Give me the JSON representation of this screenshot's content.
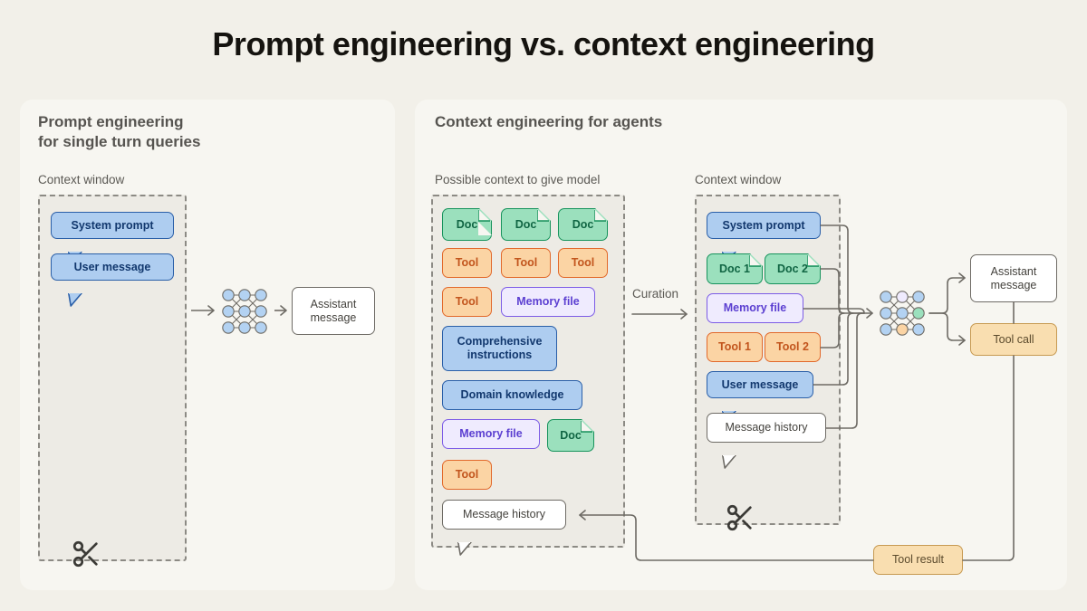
{
  "title": "Prompt engineering vs. context engineering",
  "theme": {
    "page_bg": "#F2F0E9",
    "panel_bg": "#F7F6F1",
    "ctx_bg": "#EDEBE5",
    "dash_border": "#8C8A84",
    "blue": "#AECDF0",
    "green": "#9BE0BD",
    "orange": "#FBD4A4",
    "purple": "#EFEBFE",
    "tan": "#F9DEB0",
    "white": "#FFFFFF",
    "line": "#6E6B65"
  },
  "left_panel": {
    "title": "Prompt engineering\nfor single turn queries",
    "context_window_label": "Context window",
    "context_items": [
      {
        "label": "System prompt",
        "style": "blue",
        "bubble": true
      },
      {
        "label": "User message",
        "style": "blue",
        "bubble": true
      }
    ],
    "output": {
      "label": "Assistant\nmessage",
      "style": "white"
    },
    "model_icon": "neural-network-icon",
    "scissors_icon": "scissors-icon"
  },
  "right_panel": {
    "title": "Context engineering for agents",
    "possible_context_label": "Possible context to give model",
    "context_window_label": "Context window",
    "curation_label": "Curation",
    "possible_context_items": [
      {
        "label": "Doc",
        "style": "green",
        "doc": true
      },
      {
        "label": "Doc",
        "style": "green",
        "doc": true
      },
      {
        "label": "Doc",
        "style": "green",
        "doc": true
      },
      {
        "label": "Tool",
        "style": "orange"
      },
      {
        "label": "Tool",
        "style": "orange"
      },
      {
        "label": "Tool",
        "style": "orange"
      },
      {
        "label": "Tool",
        "style": "orange"
      },
      {
        "label": "Memory file",
        "style": "purple"
      },
      {
        "label": "Comprehensive\ninstructions",
        "style": "blue"
      },
      {
        "label": "Domain knowledge",
        "style": "blue"
      },
      {
        "label": "Memory file",
        "style": "purple"
      },
      {
        "label": "Doc",
        "style": "green",
        "doc": true
      },
      {
        "label": "Tool",
        "style": "orange"
      },
      {
        "label": "Message history",
        "style": "white",
        "bubble": true
      }
    ],
    "context_window_items": [
      {
        "label": "System prompt",
        "style": "blue",
        "bubble": true
      },
      {
        "label": "Doc 1",
        "style": "green",
        "doc": true
      },
      {
        "label": "Doc 2",
        "style": "green",
        "doc": true
      },
      {
        "label": "Memory file",
        "style": "purple"
      },
      {
        "label": "Tool 1",
        "style": "orange"
      },
      {
        "label": "Tool 2",
        "style": "orange"
      },
      {
        "label": "User message",
        "style": "blue",
        "bubble": true
      },
      {
        "label": "Message history",
        "style": "white",
        "bubble": true
      }
    ],
    "outputs": [
      {
        "label": "Assistant\nmessage",
        "style": "white"
      },
      {
        "label": "Tool call",
        "style": "tan"
      }
    ],
    "feedback": {
      "label": "Tool result",
      "style": "tan"
    },
    "model_icon": "neural-network-icon",
    "scissors_icon": "scissors-icon"
  }
}
